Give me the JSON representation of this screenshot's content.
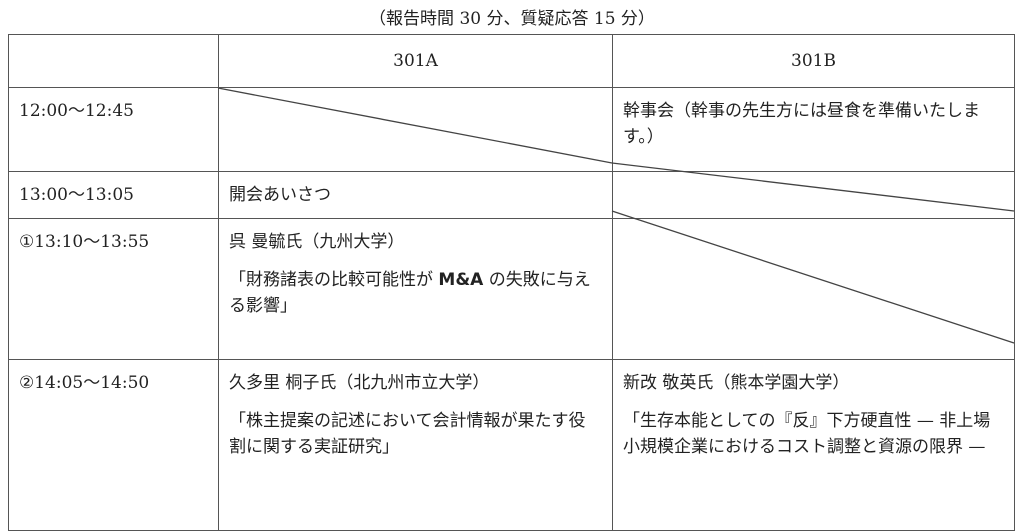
{
  "caption": "（報告時間 30 分、質疑応答 15 分）",
  "header": {
    "col_room_a": "301A",
    "col_room_b": "301B"
  },
  "rows": [
    {
      "time": "12:00〜12:45",
      "room_a": "",
      "room_b": "幹事会（幹事の先生方には昼食を準備いたします。）"
    },
    {
      "time": "13:00〜13:05",
      "room_a": "開会あいさつ",
      "room_b": ""
    },
    {
      "time": "①13:10〜13:55",
      "room_a": {
        "speaker": "呉 曼毓氏（九州大学）",
        "title_pre": "「財務諸表の比較可能性が ",
        "title_em": "M&A",
        "title_post": " の失敗に与える影響」"
      },
      "room_b": ""
    },
    {
      "time": "②14:05〜14:50",
      "room_a": {
        "speaker": "久多里 桐子氏（北九州市立大学）",
        "title": "「株主提案の記述において会計情報が果たす役割に関する実証研究」"
      },
      "room_b": {
        "speaker": "新改 敬英氏（熊本学園大学）",
        "title": "「生存本能としての『反』下方硬直性 — 非上場小規模企業におけるコスト調整と資源の限界 —"
      }
    }
  ]
}
